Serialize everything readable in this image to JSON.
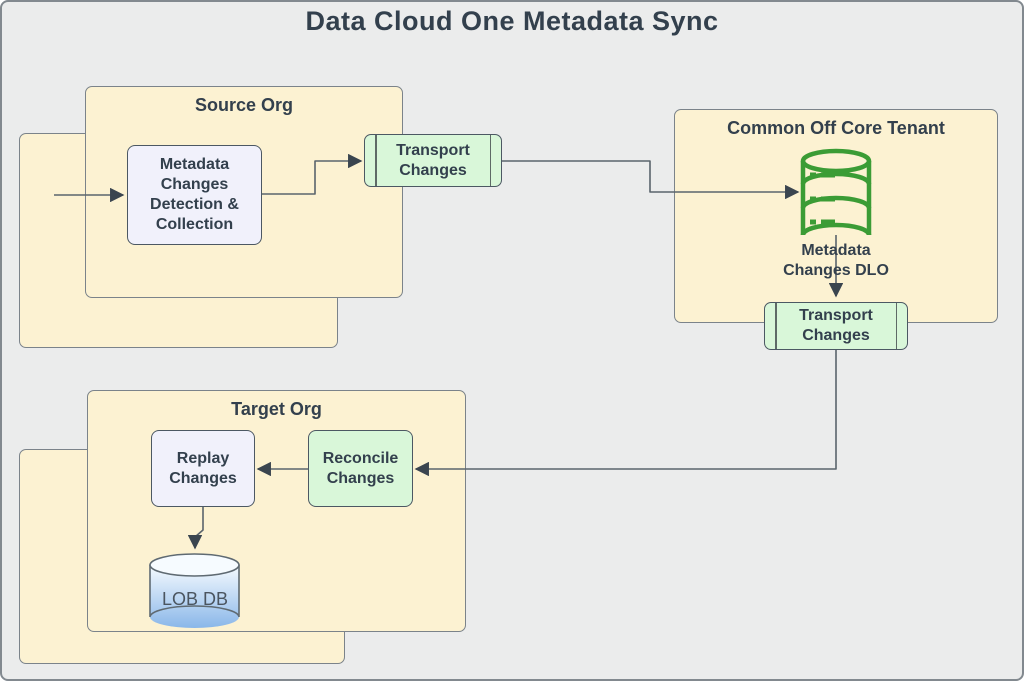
{
  "title": "Data Cloud One Metadata Sync",
  "groups": {
    "source_org": {
      "label": "Source Org"
    },
    "tenant": {
      "label": "Common Off Core Tenant"
    },
    "target_org": {
      "label": "Target Org"
    }
  },
  "nodes": {
    "metadata_detection": {
      "label": "Metadata Changes Detection & Collection",
      "type": "step"
    },
    "transport_changes_source": {
      "label": "Transport Changes",
      "type": "process"
    },
    "metadata_changes_dlo": {
      "label": "Metadata Changes DLO",
      "icon": "database-stack-icon"
    },
    "transport_changes_tenant": {
      "label": "Transport Changes",
      "type": "process"
    },
    "replay_changes": {
      "label": "Replay Changes",
      "type": "step"
    },
    "reconcile_changes": {
      "label": "Reconcile Changes",
      "type": "process-fill"
    },
    "lob_db": {
      "label": "LOB DB",
      "icon": "database-cylinder-icon"
    }
  },
  "connections": [
    {
      "from": null,
      "to": "metadata_detection"
    },
    {
      "from": "metadata_detection",
      "to": "transport_changes_source"
    },
    {
      "from": "transport_changes_source",
      "to": "metadata_changes_dlo"
    },
    {
      "from": "metadata_changes_dlo",
      "to": "transport_changes_tenant"
    },
    {
      "from": "transport_changes_tenant",
      "to": "reconcile_changes"
    },
    {
      "from": "reconcile_changes",
      "to": "replay_changes"
    },
    {
      "from": "replay_changes",
      "to": "lob_db"
    }
  ],
  "colors": {
    "background": "#ebecec",
    "frame_border": "#82898f",
    "group_fill": "#fcf2d2",
    "group_border": "#7b838a",
    "step_fill": "#f1f1fb",
    "process_fill": "#d9f7d9",
    "node_border": "#4c5863",
    "process_bar": "#5e6a66",
    "text_dark": "#33404d",
    "connector": "#5a646c",
    "arrowhead": "#3a454f",
    "db_green": "#3b9c35",
    "db_blue_top": "#f6fbff",
    "db_blue_bottom": "#8ab7e9",
    "db_stroke": "#5f6a72",
    "lob_text": "#4b5560"
  }
}
